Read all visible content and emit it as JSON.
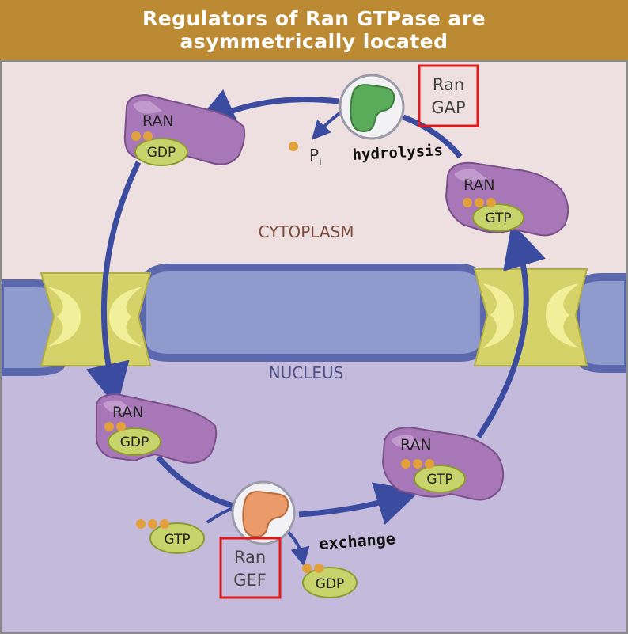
{
  "title": {
    "line1": "Regulators of Ran GTPase are",
    "line2": "asymmetrically located"
  },
  "compartments": {
    "cytoplasm": "CYTOPLASM",
    "nucleus": "NUCLEUS"
  },
  "proteins": {
    "ran_top_left": {
      "name": "RAN",
      "nucleotide": "GDP"
    },
    "ran_top_right": {
      "name": "RAN",
      "nucleotide": "GTP"
    },
    "ran_bottom_left": {
      "name": "RAN",
      "nucleotide": "GDP"
    },
    "ran_bottom_right": {
      "name": "RAN",
      "nucleotide": "GTP"
    }
  },
  "regulators": {
    "gap": {
      "line1": "Ran",
      "line2": "GAP"
    },
    "gef": {
      "line1": "Ran",
      "line2": "GEF"
    }
  },
  "free_molecules": {
    "phosphate": "P",
    "phosphate_subscript": "i",
    "incoming_gtp": "GTP",
    "released_gdp": "GDP"
  },
  "reactions": {
    "hydrolysis": "hydrolysis",
    "exchange": "exchange"
  },
  "colors": {
    "banner": "#bc8a33",
    "cytoplasm": "#eedfe0",
    "nucleus": "#c4bbdc",
    "membrane": "#8f9bcc",
    "pore": "#d6d26a",
    "ran_protein": "#a877b8",
    "nucleotide": "#c7d36b",
    "phosphate_dot": "#e3a13b",
    "arrow": "#3a4ba0",
    "gap_enzyme": "#5aab5a",
    "gef_enzyme": "#eb9a6a",
    "highlight_box": "#e0191b"
  }
}
